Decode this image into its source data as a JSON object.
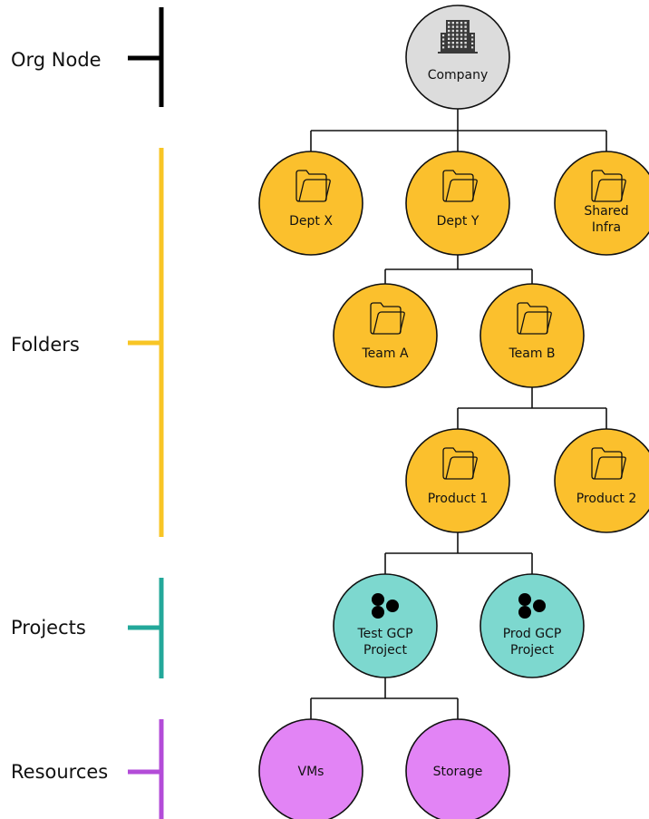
{
  "colors": {
    "org": "#dcdcdc",
    "folder": "#fbc02d",
    "project": "#7dd8cf",
    "resource": "#e284f5",
    "line": "#111111",
    "org_bracket": "#000000",
    "folders_bracket": "#f8c525",
    "projects_bracket": "#23a89a",
    "resources_bracket": "#b34cd8"
  },
  "levels": [
    {
      "id": "org",
      "label": "Org Node"
    },
    {
      "id": "folders",
      "label": "Folders"
    },
    {
      "id": "projects",
      "label": "Projects"
    },
    {
      "id": "resources",
      "label": "Resources"
    }
  ],
  "nodes": [
    {
      "id": "company",
      "kind": "org",
      "icon": "building-icon",
      "lines": [
        "Company"
      ],
      "parent": null
    },
    {
      "id": "dept-x",
      "kind": "folder",
      "icon": "folder-icon",
      "lines": [
        "Dept X"
      ],
      "parent": "company"
    },
    {
      "id": "dept-y",
      "kind": "folder",
      "icon": "folder-icon",
      "lines": [
        "Dept Y"
      ],
      "parent": "company"
    },
    {
      "id": "shared-infra",
      "kind": "folder",
      "icon": "folder-icon",
      "lines": [
        "Shared",
        "Infra"
      ],
      "parent": "company"
    },
    {
      "id": "team-a",
      "kind": "folder",
      "icon": "folder-icon",
      "lines": [
        "Team A"
      ],
      "parent": "dept-y"
    },
    {
      "id": "team-b",
      "kind": "folder",
      "icon": "folder-icon",
      "lines": [
        "Team B"
      ],
      "parent": "dept-y"
    },
    {
      "id": "product-1",
      "kind": "folder",
      "icon": "folder-icon",
      "lines": [
        "Product 1"
      ],
      "parent": "team-b"
    },
    {
      "id": "product-2",
      "kind": "folder",
      "icon": "folder-icon",
      "lines": [
        "Product 2"
      ],
      "parent": "team-b"
    },
    {
      "id": "test-gcp-project",
      "kind": "project",
      "icon": "dots-icon",
      "lines": [
        "Test GCP",
        "Project"
      ],
      "parent": "product-1"
    },
    {
      "id": "prod-gcp-project",
      "kind": "project",
      "icon": "dots-icon",
      "lines": [
        "Prod GCP",
        "Project"
      ],
      "parent": "product-1"
    },
    {
      "id": "vms",
      "kind": "resource",
      "icon": "",
      "lines": [
        "VMs"
      ],
      "parent": "test-gcp-project"
    },
    {
      "id": "storage",
      "kind": "resource",
      "icon": "",
      "lines": [
        "Storage"
      ],
      "parent": "test-gcp-project"
    }
  ]
}
